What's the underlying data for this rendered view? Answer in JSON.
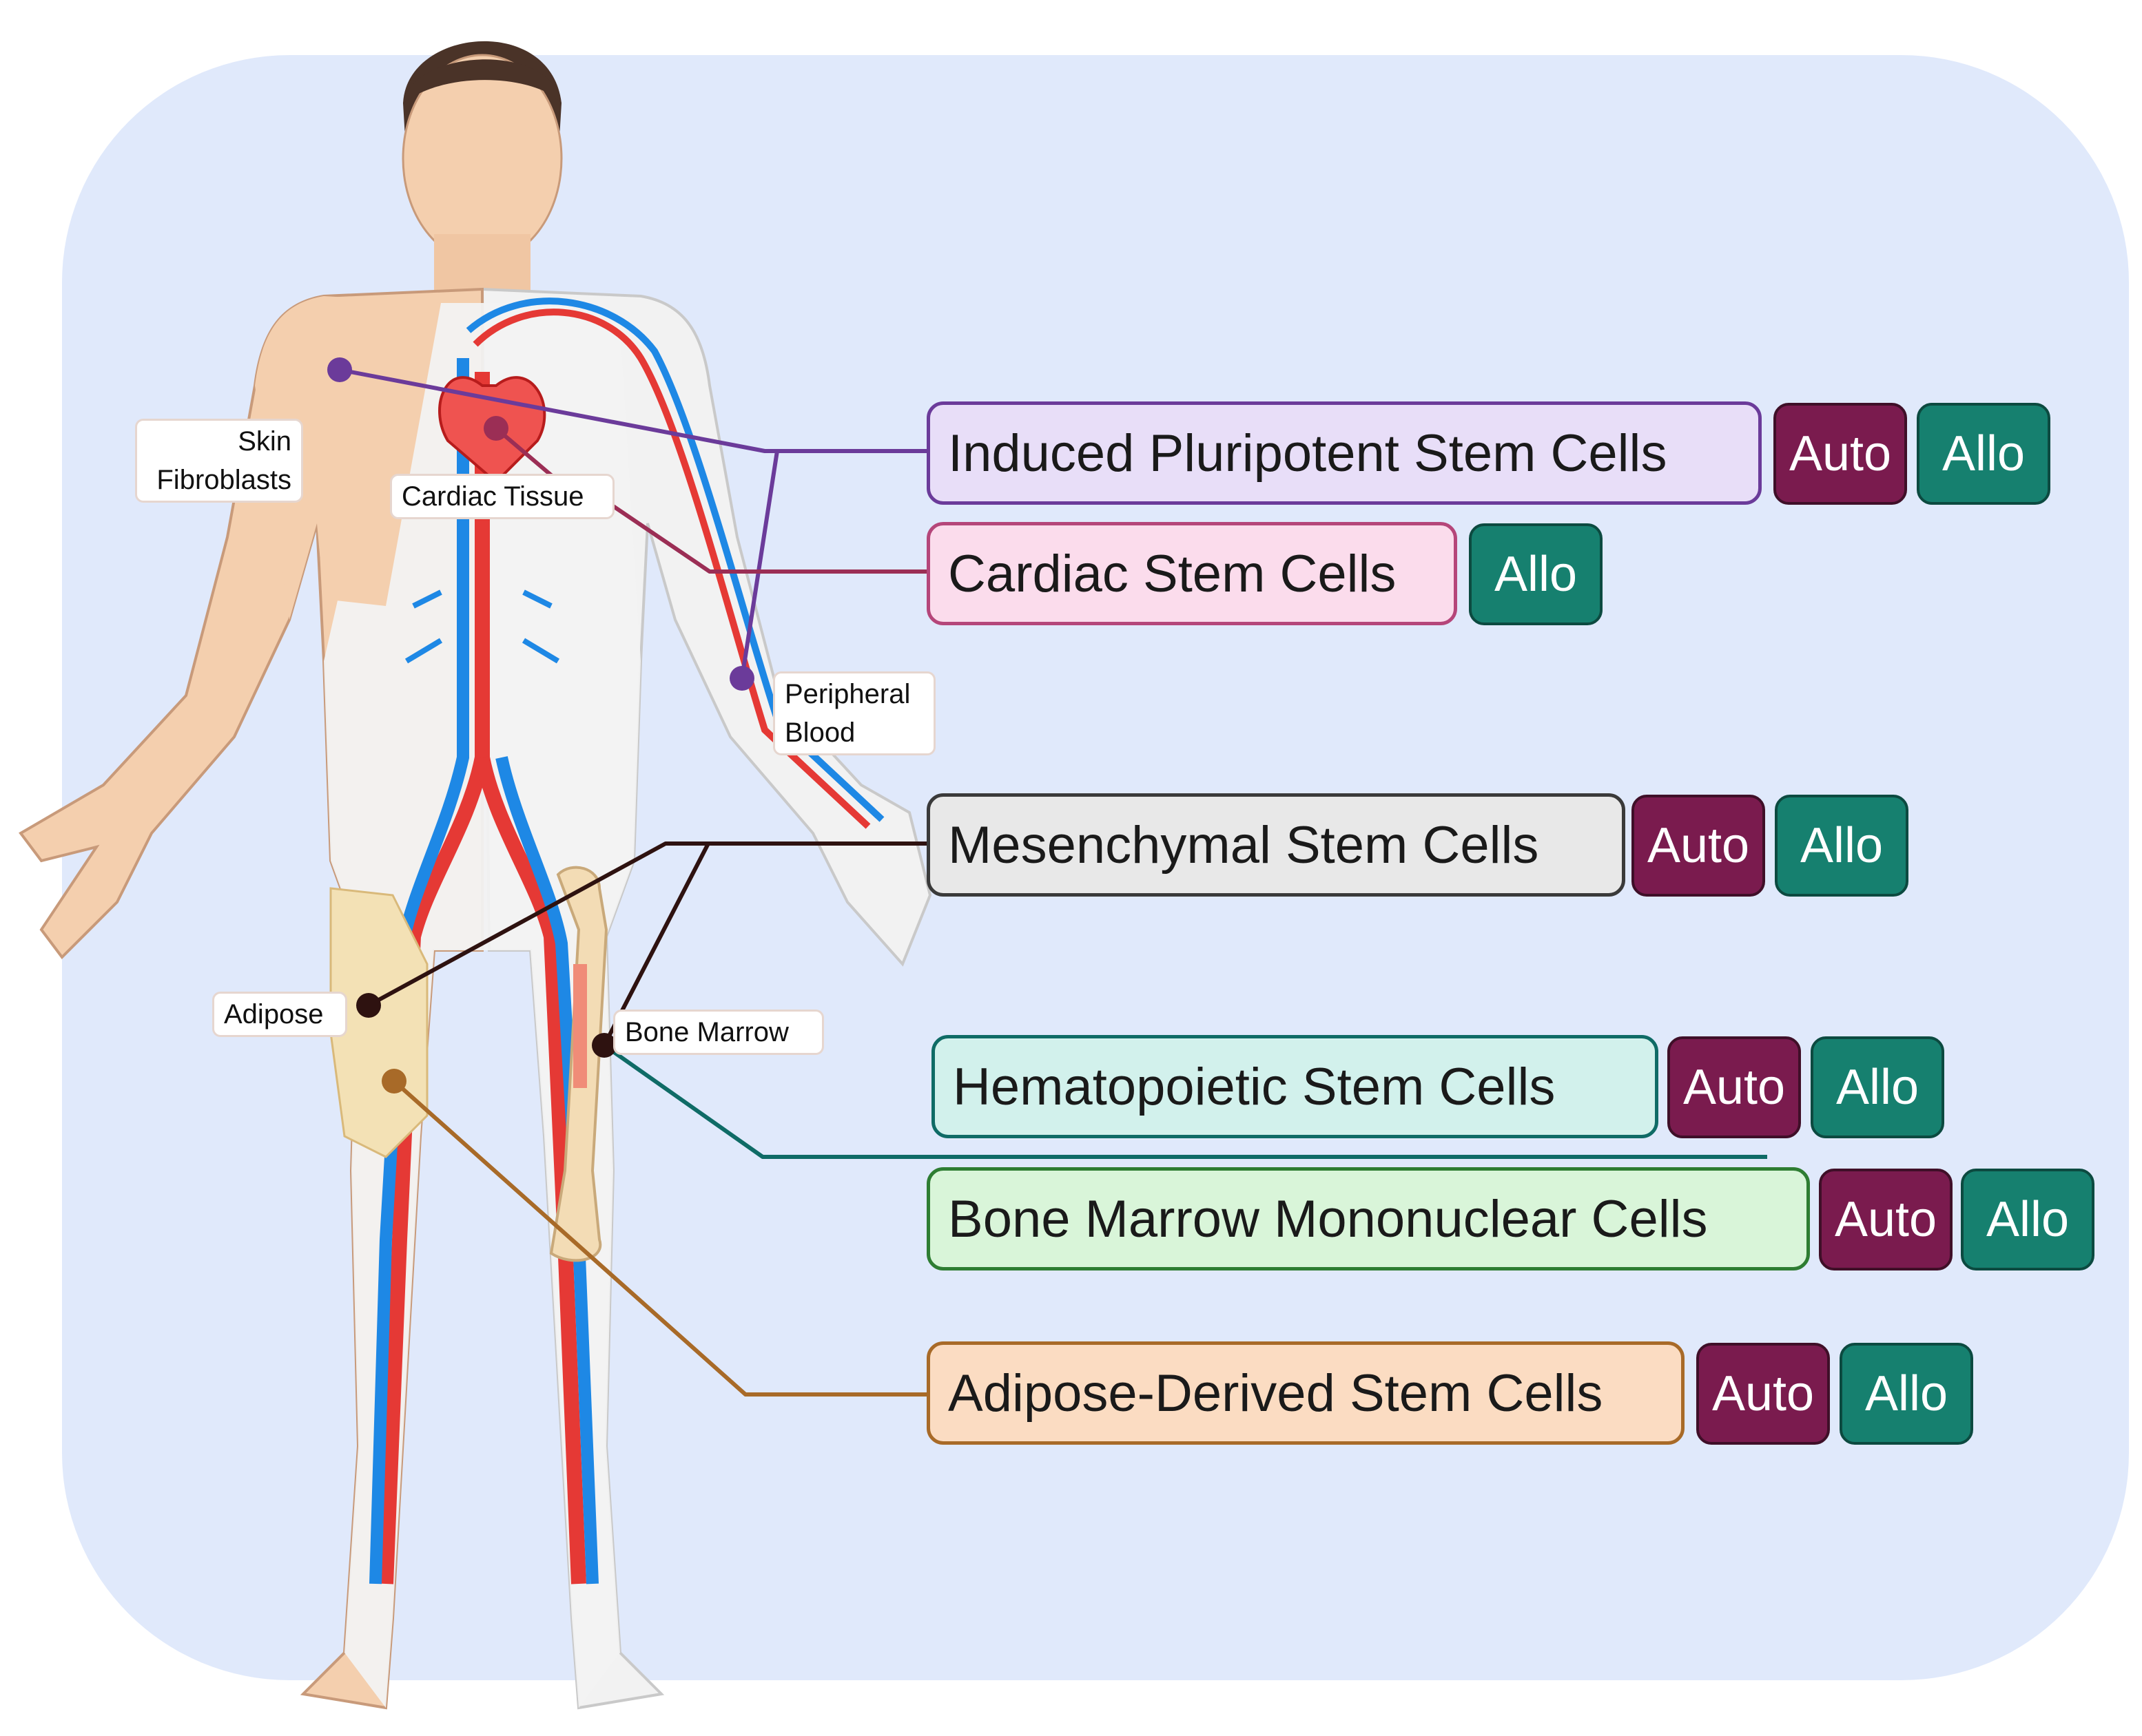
{
  "colors": {
    "background_panel": "#e0e9fb",
    "auto": "#7a1b4e",
    "allo": "#16806f",
    "ipsc": "#6b3b9a",
    "cardiac": "#9b2e55",
    "mesenchymal": "#2e1210",
    "hematopoietic": "#0f6b66",
    "bmmc": "#2e7d32",
    "adipose": "#a86a28"
  },
  "source_labels": {
    "skin": "Skin Fibroblasts",
    "cardiac": "Cardiac Tissue",
    "peripheral": "Peripheral Blood",
    "adipose": "Adipose",
    "bone_marrow": "Bone Marrow"
  },
  "cell_types": [
    {
      "id": "ipsc",
      "label": "Induced Pluripotent Stem Cells",
      "auto": "Auto",
      "allo": "Allo",
      "fill": "#e8def8",
      "border": "#6b3b9a"
    },
    {
      "id": "cardiac",
      "label": "Cardiac Stem Cells",
      "auto": null,
      "allo": "Allo",
      "fill": "#fbdcec",
      "border": "#b5467a"
    },
    {
      "id": "mesenchymal",
      "label": "Mesenchymal Stem Cells",
      "auto": "Auto",
      "allo": "Allo",
      "fill": "#e8e8e8",
      "border": "#3a3a3a"
    },
    {
      "id": "hematopoietic",
      "label": "Hematopoietic Stem Cells",
      "auto": "Auto",
      "allo": "Allo",
      "fill": "#d2f1ec",
      "border": "#0f6b66"
    },
    {
      "id": "bmmc",
      "label": "Bone Marrow Mononuclear Cells",
      "auto": "Auto",
      "allo": "Allo",
      "fill": "#d9f5d9",
      "border": "#2e7d32"
    },
    {
      "id": "adipose",
      "label": "Adipose-Derived Stem Cells",
      "auto": "Auto",
      "allo": "Allo",
      "fill": "#fbdcc2",
      "border": "#a86a28"
    }
  ]
}
